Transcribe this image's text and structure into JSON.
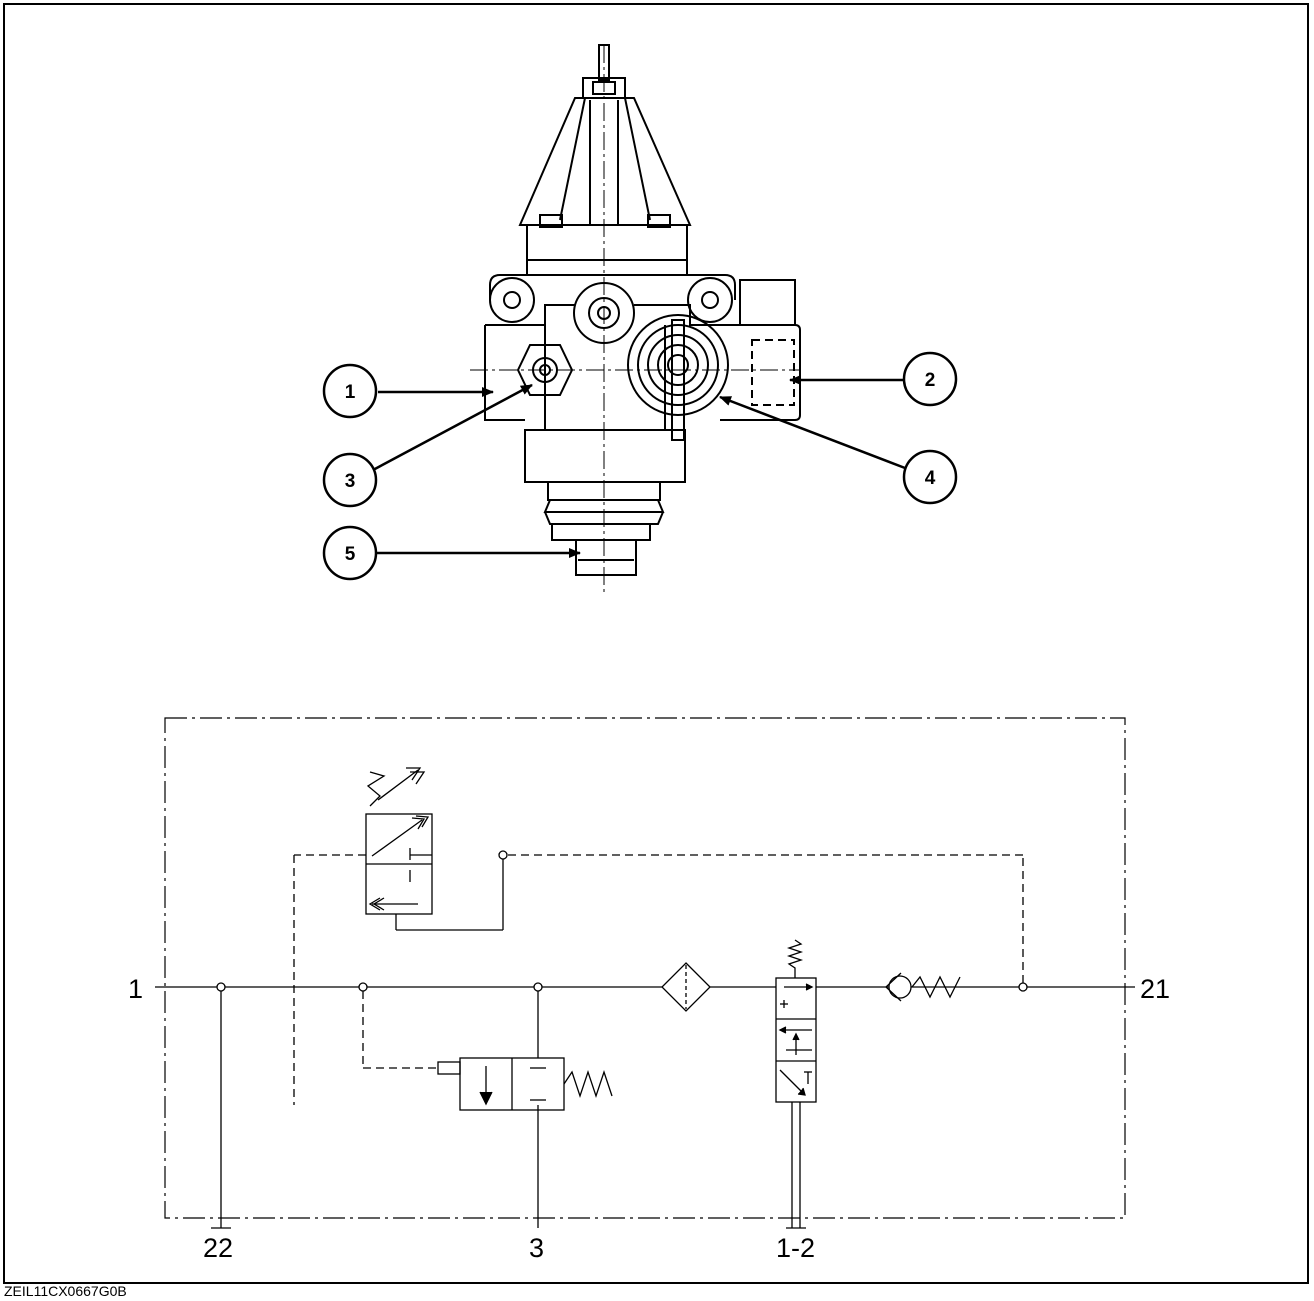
{
  "callouts": [
    "1",
    "2",
    "3",
    "4",
    "5"
  ],
  "ports": {
    "left": "1",
    "right": "21",
    "bottom_a": "22",
    "bottom_b": "3",
    "bottom_c": "1-2"
  },
  "drawing_code": "ZEIL11CX0667G0B",
  "colors": {
    "line": "#000000",
    "background": "#ffffff"
  }
}
